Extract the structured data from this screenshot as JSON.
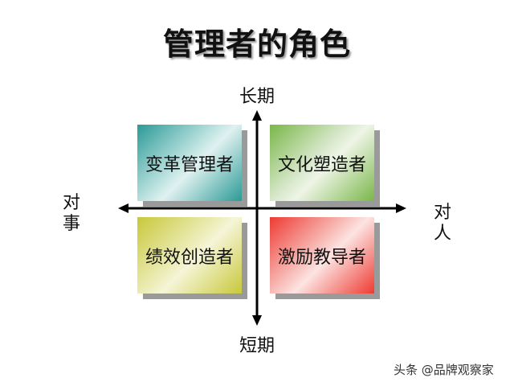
{
  "title": "管理者的角色",
  "axes": {
    "top": "长期",
    "bottom": "短期",
    "left": [
      "对",
      "事"
    ],
    "right": [
      "对",
      "人"
    ]
  },
  "quadrants": {
    "top_left": {
      "label": "变革管理者",
      "color": "#2a9a96",
      "light": "#d6efed"
    },
    "top_right": {
      "label": "文化塑造者",
      "color": "#7ab64a",
      "light": "#e9f2df"
    },
    "bottom_left": {
      "label": "绩效创造者",
      "color": "#c8c83a",
      "light": "#f2f2c8"
    },
    "bottom_right": {
      "label": "激励教导者",
      "color": "#ee3a32",
      "light": "#fbdada"
    }
  },
  "watermark": "头条 @品牌观察家"
}
